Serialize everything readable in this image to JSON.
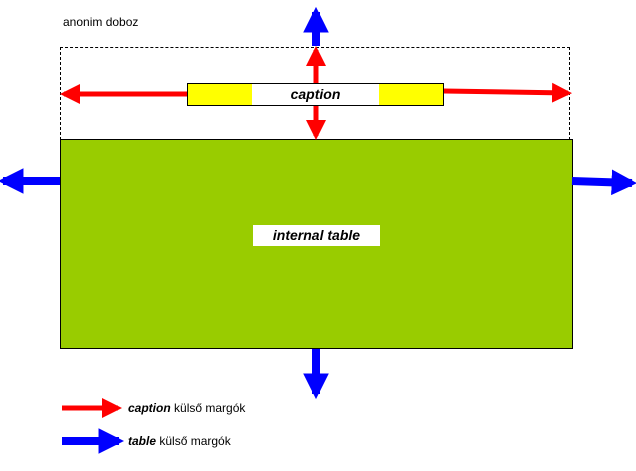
{
  "diagram": {
    "anon_box_label": "anonim doboz",
    "caption_label": "caption",
    "internal_table_label": "internal table"
  },
  "legend": {
    "items": [
      {
        "term": "caption",
        "text": "külső margók",
        "color": "#ff0000"
      },
      {
        "term": "table",
        "text": "külső margók",
        "color": "#0000ff"
      }
    ]
  },
  "colors": {
    "caption_margin": "#ff0000",
    "table_margin": "#0000ff",
    "table_fill": "#99cc00",
    "caption_pad": "#ffff00"
  }
}
